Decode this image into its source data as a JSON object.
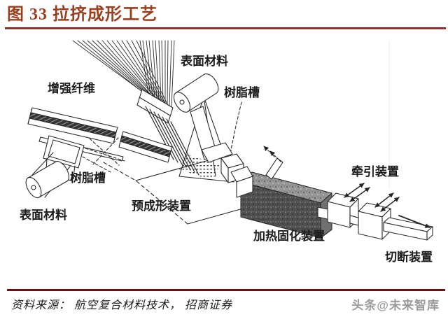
{
  "figure": {
    "title": "图 33 拉挤成形工艺"
  },
  "diagram": {
    "labels": {
      "reinforcing_fiber": "增强纤维",
      "surface_material_top": "表面材料",
      "resin_tank_right": "树脂槽",
      "resin_tank_left": "树脂槽",
      "surface_material_left": "表面材料",
      "preforming_device": "预成形装置",
      "heating_curing_device": "加热固化装置",
      "pulling_device": "牵引装置",
      "cutting_device": "切断装置"
    }
  },
  "footer": {
    "source": "资料来源： 航空复合材料技术， 招商证券",
    "watermark": "头条@未来智库"
  },
  "colors": {
    "title": "#9a3f1d",
    "title_rule": "#8a1f1f",
    "footer_rule": "#6b1111",
    "ink": "#2a2a2a"
  }
}
